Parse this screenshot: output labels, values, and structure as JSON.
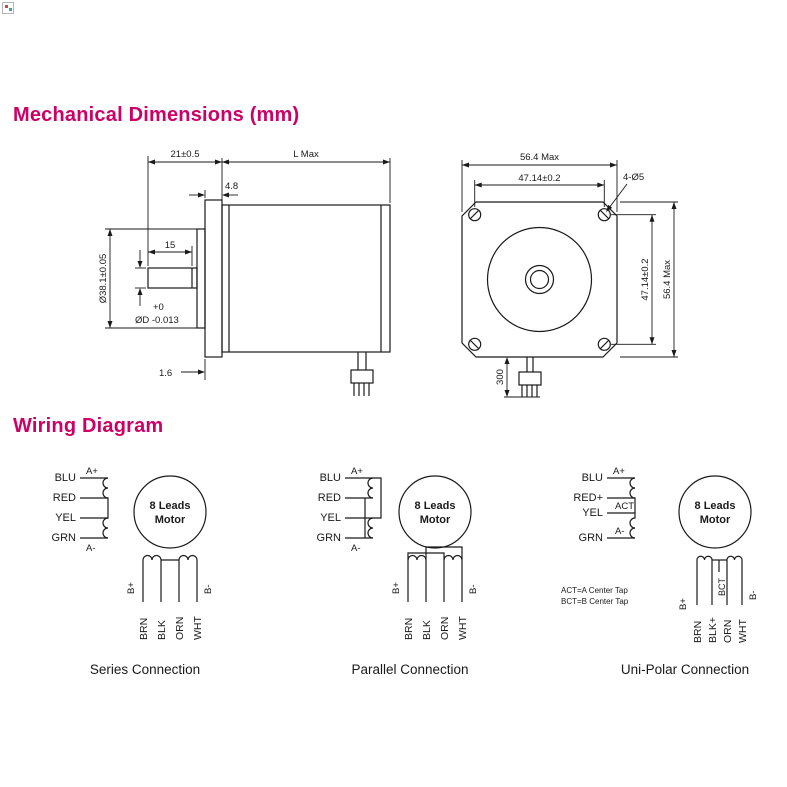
{
  "page": {
    "accent_color": "#cc0066",
    "background": "#ffffff"
  },
  "sections": {
    "mechanical_title": "Mechanical Dimensions (mm)",
    "wiring_title": "Wiring Diagram"
  },
  "side_view": {
    "dim_protrusion": "21±0.5",
    "dim_length": "L Max",
    "dim_flange_thickness": "4.8",
    "dim_shaft_flat": "15",
    "dim_pilot": "Ø38.1±0.05",
    "shaft_tolerance": "+0",
    "shaft_diameter": "ØD -0.013",
    "dim_recess": "1.6"
  },
  "front_view": {
    "dim_width": "56.4 Max",
    "dim_pitch_h": "47.14±0.2",
    "holes": "4-Ø5",
    "dim_pitch_v": "47.14±0.2",
    "dim_height": "56.4 Max",
    "lead_length": "300"
  },
  "wiring": {
    "series": {
      "left_leads": [
        "BLU",
        "RED",
        "YEL",
        "GRN"
      ],
      "bottom_leads": [
        "BRN",
        "BLK",
        "ORN",
        "WHT"
      ],
      "a_plus": "A+",
      "a_minus": "A-",
      "b_plus": "B+",
      "b_minus": "B-",
      "motor_top": "8 Leads",
      "motor_bottom": "Motor",
      "caption": "Series Connection"
    },
    "parallel": {
      "left_leads": [
        "BLU",
        "RED",
        "YEL",
        "GRN"
      ],
      "bottom_leads": [
        "BRN",
        "BLK",
        "ORN",
        "WHT"
      ],
      "a_plus": "A+",
      "a_minus": "A-",
      "b_plus": "B+",
      "b_minus": "B-",
      "motor_top": "8 Leads",
      "motor_bottom": "Motor",
      "caption": "Parallel Connection"
    },
    "unipolar": {
      "left_leads": [
        "BLU",
        "RED+",
        "YEL",
        "GRN"
      ],
      "bottom_leads": [
        "BRN",
        "BLK+",
        "ORN",
        "WHT"
      ],
      "a_plus": "A+",
      "a_minus": "A-",
      "b_plus": "B+",
      "b_minus": "B-",
      "center_tap_a": "ACT",
      "center_tap_b": "BCT",
      "notes": [
        "ACT=A Center Tap",
        "BCT=B Center Tap"
      ],
      "motor_top": "8 Leads",
      "motor_bottom": "Motor",
      "caption": "Uni-Polar Connection"
    }
  }
}
